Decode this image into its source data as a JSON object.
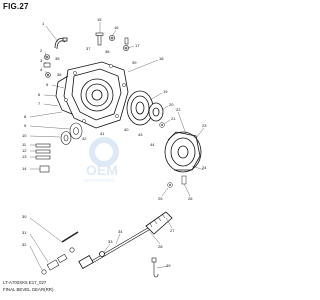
{
  "header": {
    "figure_label": "FIG.27"
  },
  "footer": {
    "model_code": "LT-A700XK5 E17_027",
    "caption": "FINAL BEVEL GEAR(RR)"
  },
  "watermark": {
    "brand": "OEM",
    "tagline": "MOTORPARTS"
  },
  "callouts": [
    "1",
    "2",
    "3",
    "4",
    "5",
    "6",
    "7",
    "8",
    "9",
    "10",
    "11",
    "12",
    "13",
    "14",
    "15",
    "16",
    "17",
    "18",
    "19",
    "20",
    "21",
    "22",
    "23",
    "24",
    "25",
    "26",
    "27",
    "28",
    "29",
    "30",
    "31",
    "32",
    "33",
    "34",
    "35",
    "36",
    "37",
    "38",
    "39",
    "40",
    "41",
    "42",
    "43",
    "44"
  ]
}
